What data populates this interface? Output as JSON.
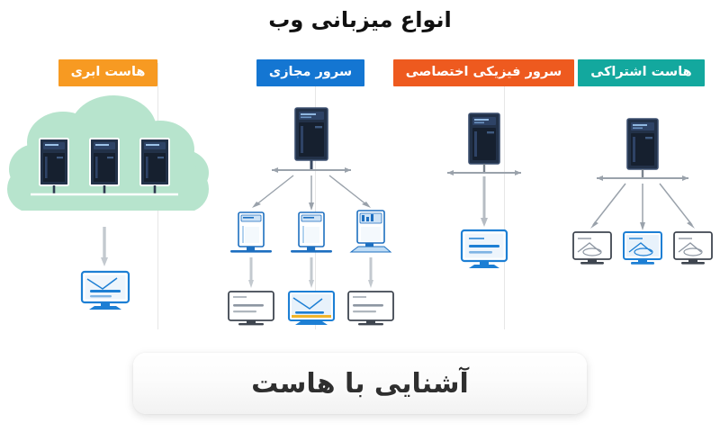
{
  "title": "انواع میزبانی وب",
  "columns": [
    {
      "id": "shared-hosting",
      "label": "هاست اشتراکی",
      "color": "#13a89e",
      "topology": "one-server-to-three-clients",
      "servers": 1,
      "virtual_nodes": 0,
      "clients": 3,
      "highlighted_client_index": 1
    },
    {
      "id": "dedicated-server",
      "label": "سرور فیزیکی اختصاصی",
      "color": "#ee5a1f",
      "topology": "one-server-to-one-client",
      "servers": 1,
      "virtual_nodes": 0,
      "clients": 1,
      "highlighted_client_index": 0
    },
    {
      "id": "virtual-server",
      "label": "سرور مجازی",
      "color": "#1476d2",
      "topology": "one-server-to-three-virtual-to-three-clients",
      "servers": 1,
      "virtual_nodes": 3,
      "clients": 3,
      "highlighted_client_index": 1
    },
    {
      "id": "cloud-hosting",
      "label": "هاست ابری",
      "color": "#f79a22",
      "topology": "cloud-of-three-servers-to-one-client",
      "servers": 3,
      "virtual_nodes": 0,
      "clients": 1,
      "highlighted_client_index": 0,
      "cloud_color": "#b7e4cd"
    }
  ],
  "banner": {
    "text": "آشنایی با هاست"
  },
  "palette": {
    "server_body": "#223148",
    "server_dark": "#16202f",
    "monitor_blue": "#1d7fd4",
    "monitor_grey": "#3f4650",
    "arrow": "#9aa2ab",
    "divider": "#e6e6e6",
    "cloud": "#b7e4cd"
  }
}
